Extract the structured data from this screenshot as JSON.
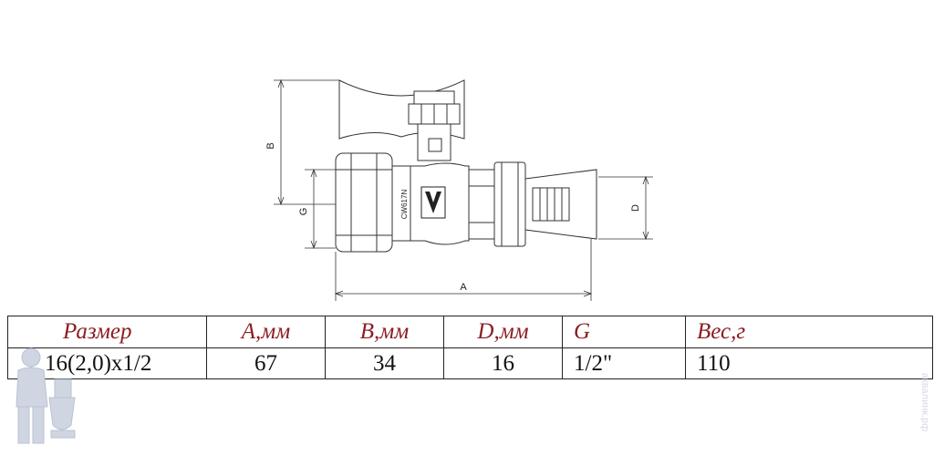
{
  "drawing": {
    "labels": {
      "a": "A",
      "b": "B",
      "g": "G",
      "d": "D"
    },
    "marking": "CW617N",
    "logo": "V"
  },
  "table": {
    "headers": [
      "Размер",
      "А,мм",
      "В,мм",
      "D,мм",
      "G",
      "Вес,г"
    ],
    "rows": [
      [
        "16(2,0)x1/2",
        "67",
        "34",
        "16",
        "1/2\"",
        "110"
      ]
    ]
  },
  "watermark": "аквалинк.рф",
  "colors": {
    "header_text": "#8b1d22",
    "line": "#222222",
    "watermark": "#d6dbe3"
  }
}
